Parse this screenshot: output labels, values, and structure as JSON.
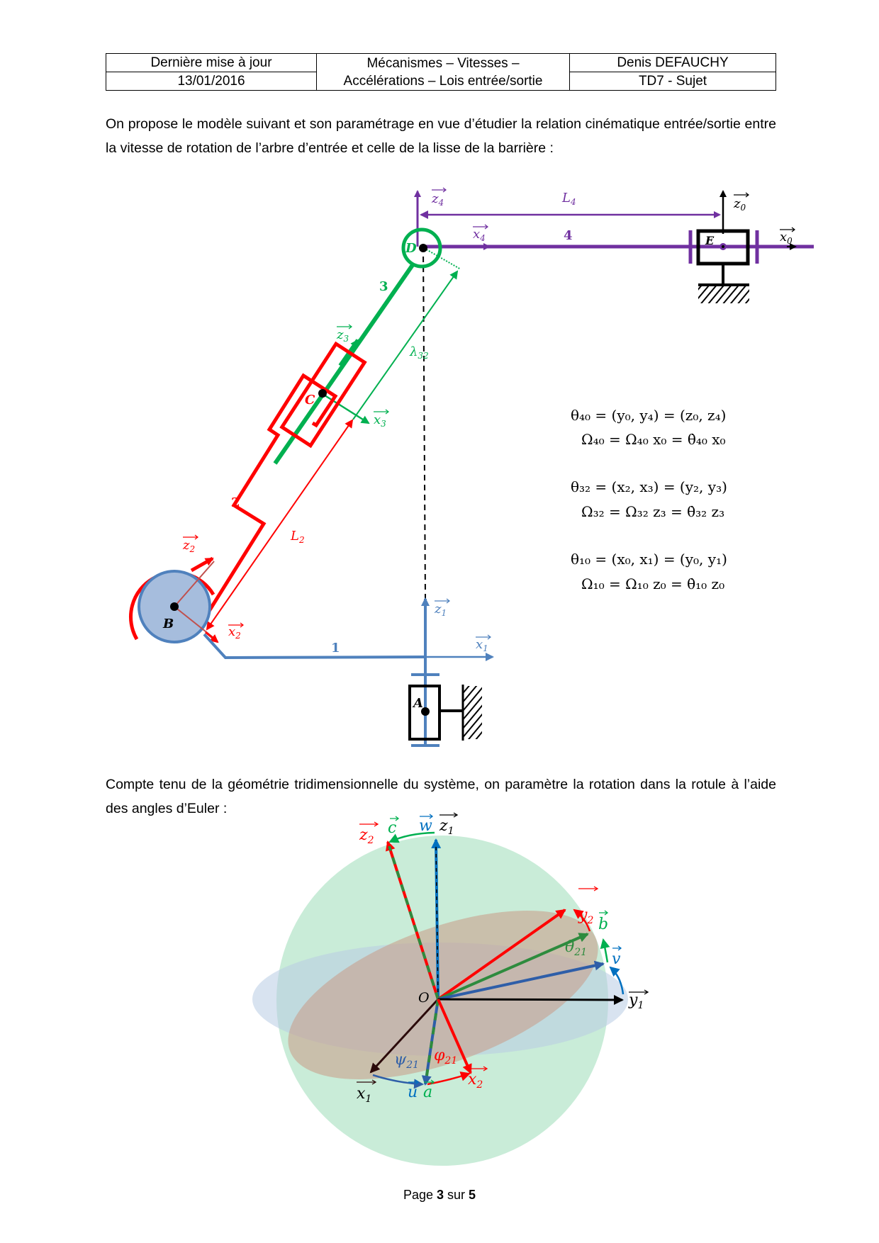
{
  "header": {
    "last_update_label": "Dernière mise à jour",
    "date": "13/01/2016",
    "title_line1": "Mécanismes – Vitesses –",
    "title_line2": "Accélérations – Lois entrée/sortie",
    "author": "Denis DEFAUCHY",
    "doc_id": "TD7 - Sujet"
  },
  "paragraph1": "On propose le modèle suivant et son paramétrage en vue d’étudier la relation cinématique entrée/sortie entre la vitesse de rotation de l’arbre d’entrée et celle de la lisse de la barrière :",
  "paragraph2": "Compte tenu de la géométrie tridimensionnelle du système, on paramètre la rotation dans la rotule à l’aide des angles d’Euler :",
  "diagram1": {
    "points": {
      "A": "A",
      "B": "B",
      "C": "C",
      "D": "D",
      "E": "E"
    },
    "parts": {
      "p1": "1",
      "p2": "2",
      "p3": "3",
      "p4": "4"
    },
    "lengths": {
      "L2": "L",
      "L2_sub": "2",
      "L4": "L",
      "L4_sub": "4",
      "lambda": "λ",
      "lambda_sub": "32"
    },
    "vectors": {
      "z4": "z",
      "z4_sub": "4",
      "x4": "x",
      "x4_sub": "4",
      "z0": "z",
      "z0_sub": "0",
      "x0": "x",
      "x0_sub": "0",
      "z3": "z",
      "z3_sub": "3",
      "x3": "x",
      "x3_sub": "3",
      "z2": "z",
      "z2_sub": "2",
      "x2": "x",
      "x2_sub": "2",
      "z1": "z",
      "z1_sub": "1",
      "x1": "x",
      "x1_sub": "1"
    },
    "colors": {
      "part1": "#4f81bd",
      "part2": "#ff0000",
      "part3": "#00b050",
      "part4": "#7030a0",
      "frame": "#000000"
    }
  },
  "equations": [
    {
      "line1": "θ₄₀ = (y₀, y₄) = (z₀, z₄)",
      "line2": "Ω₄₀ = Ω₄₀ x₀ = θ̇₄₀ x₀"
    },
    {
      "line1": "θ₃₂ = (x₂, x₃) = (y₂, y₃)",
      "line2": "Ω₃₂ = Ω₃₂ z₃ = θ̇₃₂ z₃"
    },
    {
      "line1": "θ₁₀ = (x₀, x₁) = (y₀, y₁)",
      "line2": "Ω₁₀ = Ω₁₀ z₀ = θ̇₁₀ z₀"
    }
  ],
  "diagram2": {
    "origin": "O",
    "labels": {
      "z2": "z",
      "z2_sub": "2",
      "c": "c",
      "w": "w",
      "z1": "z",
      "z1_sub": "1",
      "y2": "y",
      "y2_sub": "2",
      "b": "b",
      "theta": "θ",
      "theta_sub": "21",
      "v": "v",
      "y1": "y",
      "y1_sub": "1",
      "x1": "x",
      "x1_sub": "1",
      "psi": "ψ",
      "psi_sub": "21",
      "u": "u",
      "a": "a",
      "phi": "φ",
      "phi_sub": "21",
      "x2": "x",
      "x2_sub": "2"
    },
    "colors": {
      "red": "#ff0000",
      "green": "#00b050",
      "blue": "#0070c0",
      "black": "#000000",
      "sphere": "#c9ecd8",
      "plane1": "#cfdcee",
      "plane2": "#d9b2a3"
    }
  },
  "footer": {
    "prefix": "Page ",
    "page": "3",
    "middle": " sur ",
    "total": "5"
  }
}
